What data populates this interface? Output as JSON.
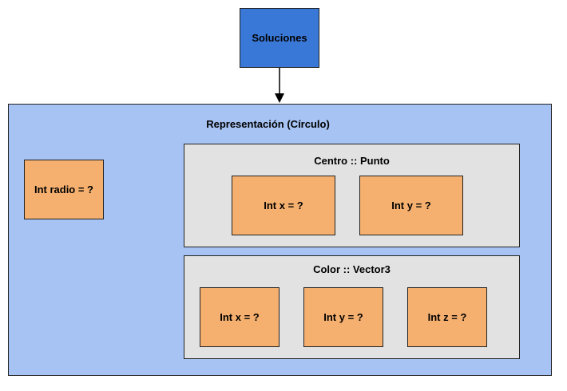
{
  "soluciones": {
    "label": "Soluciones",
    "color": "#3a78d8"
  },
  "representacion": {
    "title": "Representación (Círculo)",
    "color": "#a6c3f3",
    "radio": {
      "label": "Int radio = ?"
    },
    "centro": {
      "title": "Centro :: Punto",
      "fields": [
        "Int x = ?",
        "Int y = ?"
      ]
    },
    "color_group": {
      "title": "Color :: Vector3",
      "fields": [
        "Int x = ?",
        "Int y = ?",
        "Int z = ?"
      ]
    }
  },
  "field_color": "#f5b06f",
  "group_color": "#e2e2e2"
}
